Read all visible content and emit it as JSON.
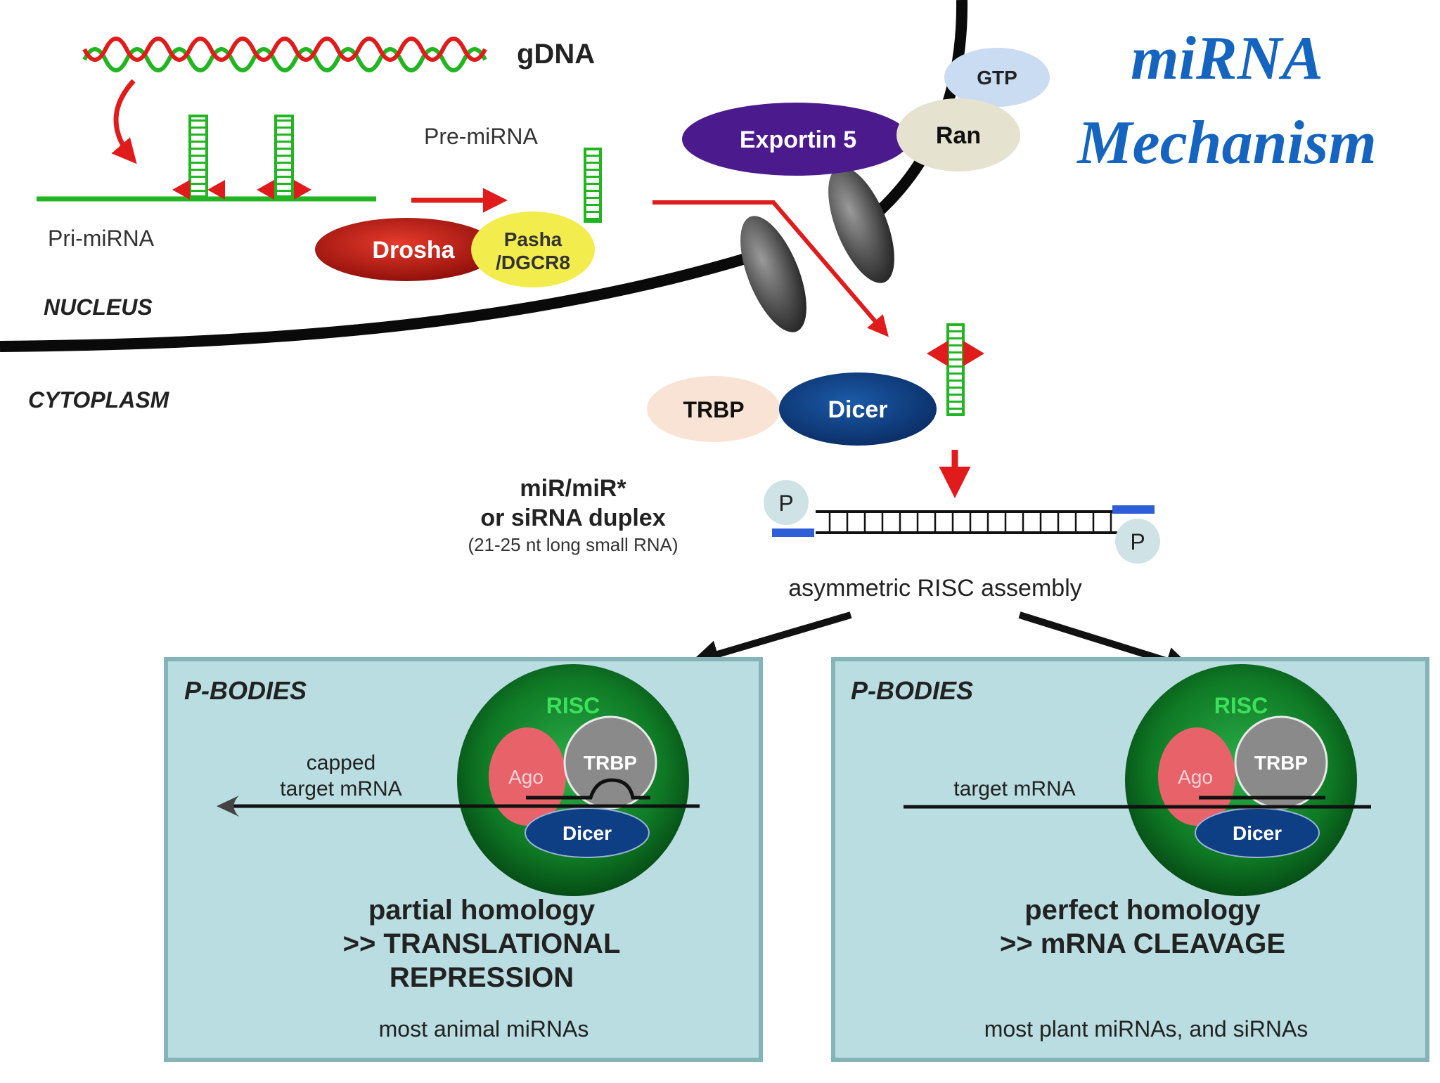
{
  "title": {
    "line1": "miRNA",
    "line2": "Mechanism"
  },
  "labels": {
    "gdna": "gDNA",
    "pre_mirna": "Pre-miRNA",
    "pri_mirna": "Pri-miRNA",
    "nucleus": "NUCLEUS",
    "cytoplasm": "CYTOPLASM",
    "drosha": "Drosha",
    "pasha_line1": "Pasha",
    "pasha_line2": "/DGCR8",
    "exportin": "Exportin 5",
    "ran": "Ran",
    "gtp": "GTP",
    "trbp": "TRBP",
    "dicer": "Dicer",
    "duplex_line1": "miR/miR*",
    "duplex_line2": "or siRNA duplex",
    "duplex_line3": "(21-25 nt long small RNA)",
    "phosphate": "P",
    "risc_assembly": "asymmetric RISC assembly"
  },
  "panels": [
    {
      "heading": "P-BODIES",
      "risc": "RISC",
      "ago": "Ago",
      "trbp": "TRBP",
      "dicer": "Dicer",
      "target_line1": "capped",
      "target_line2": "target mRNA",
      "result_line1": "partial homology",
      "result_line2": ">> TRANSLATIONAL",
      "result_line3": "REPRESSION",
      "note": "most animal miRNAs"
    },
    {
      "heading": "P-BODIES",
      "risc": "RISC",
      "ago": "Ago",
      "trbp": "TRBP",
      "dicer": "Dicer",
      "target_line1": "target mRNA",
      "result_line1": "perfect homology",
      "result_line2": ">> mRNA CLEAVAGE",
      "note": "most plant miRNAs, and siRNAs"
    }
  ],
  "colors": {
    "title": "#1565c0",
    "arrow_red": "#e01b1b",
    "rna_green": "#22b522",
    "panel_fill": "#b9dde0",
    "risc_green": "#0f7a25",
    "drosha": "#c1140f",
    "pasha": "#f3ec4d",
    "exportin": "#4b1a8c",
    "dicer": "#0e3e83",
    "ran": "#e5e2cf",
    "gtp": "#c9dcf1",
    "trbp": "#f9e3d5",
    "ago": "#e8626a"
  }
}
